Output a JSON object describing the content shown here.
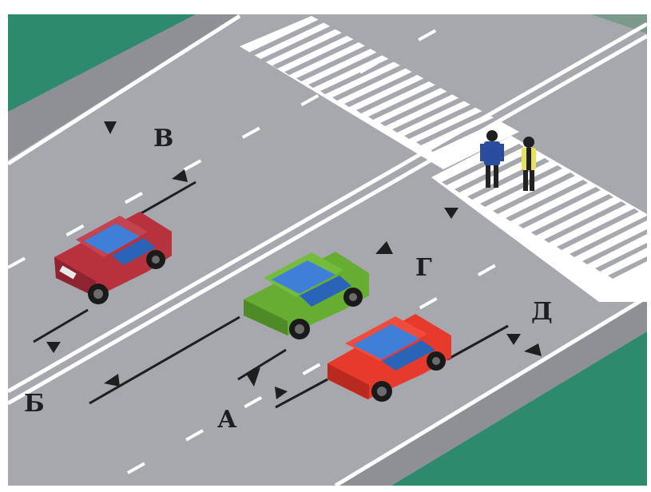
{
  "labels": {
    "a": "А",
    "b": "Б",
    "v": "В",
    "g": "Г",
    "d": "Д"
  },
  "colors": {
    "grass": "#2e8a6c",
    "road": "#a6a8ad",
    "sidewalk": "#8e9096",
    "marking": "#ffffff",
    "car_red_left": "#b8323e",
    "car_green": "#66ad32",
    "car_red_right": "#e63a2c",
    "window": "#3f7fd8",
    "pointer": "#1e1e1e"
  },
  "icons": {
    "pedestrian": "person-icon",
    "arrow": "triangle-pointer-icon"
  }
}
